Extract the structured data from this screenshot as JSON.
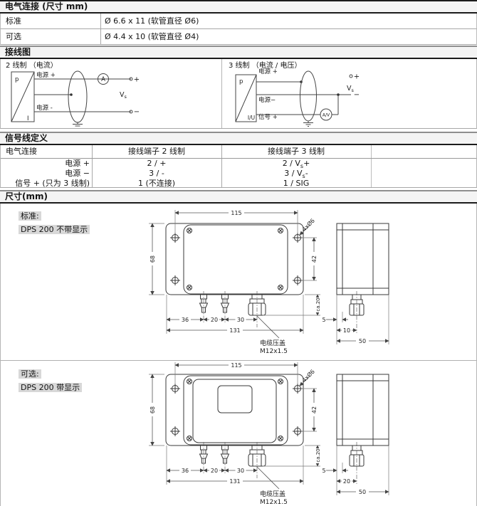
{
  "colors": {
    "highlight": "#d8d8d8",
    "border": "#a8a8a8",
    "header_rule": "#1c1c1c"
  },
  "electrical": {
    "title": "电气连接 (尺寸 mm)",
    "rows": [
      {
        "label": "标准",
        "value": "Ø 6.6 x 11 (软管直径 Ø6)"
      },
      {
        "label": "可选",
        "value": "Ø 4.4 x 10 (软管直径 Ø4)"
      }
    ]
  },
  "wiring": {
    "title": "接线图",
    "two_wire": {
      "caption": "2 线制 （电流）",
      "box_top": "p",
      "box_bottom": "I",
      "supply_plus": "电源 +",
      "supply_minus": "电源 -",
      "meter": "A",
      "plus": "+",
      "minus": "−",
      "vs_main": "V",
      "vs_sub": "s"
    },
    "three_wire": {
      "caption": "3 线制 （电流 / 电压）",
      "box_top": "p",
      "box_bottom": "I/U",
      "supply_plus": "电源 +",
      "supply_minus": "电源−",
      "signal_plus": "信号 +",
      "meter": "A/V",
      "plus": "+",
      "minus": "−",
      "vs_main": "V",
      "vs_sub": "s"
    }
  },
  "signals": {
    "title": "信号线定义",
    "col_headers": [
      "电气连接",
      "接线端子 2 线制",
      "接线端子 3 线制"
    ],
    "rows": [
      {
        "label": "电源 +",
        "c2": "2 / +",
        "c3_pre": "2 / V",
        "c3_sub": "s",
        "c3_post": "+"
      },
      {
        "label": "电源 −",
        "c2": "3 / -",
        "c3_pre": "3 / V",
        "c3_sub": "s",
        "c3_post": "-"
      },
      {
        "label": "信号 + (只为 3 线制)",
        "c2": "1 (不连接)",
        "c3_pre": "1 / SIG",
        "c3_sub": "",
        "c3_post": ""
      }
    ]
  },
  "dimensions": {
    "title": "尺寸(mm)",
    "width_between_holes": "115",
    "height": "68",
    "hole_spacing_right": "42",
    "holes_note": "4xØ6",
    "port_spacing_1": "36",
    "port_spacing_2": "20",
    "port_spacing_3": "30",
    "overall_width": "131",
    "port_protrusion": "ca.20",
    "flange_thickness": "5",
    "depth": "50",
    "gland_label_line1": "电缆压盖",
    "gland_label_line2": "M12x1.5",
    "standard": {
      "tag": "标准:",
      "name": "DPS 200 不带显示",
      "gland_offset": "10"
    },
    "optional": {
      "tag": "可选:",
      "name": "DPS 200 带显示",
      "gland_offset": "20"
    }
  }
}
